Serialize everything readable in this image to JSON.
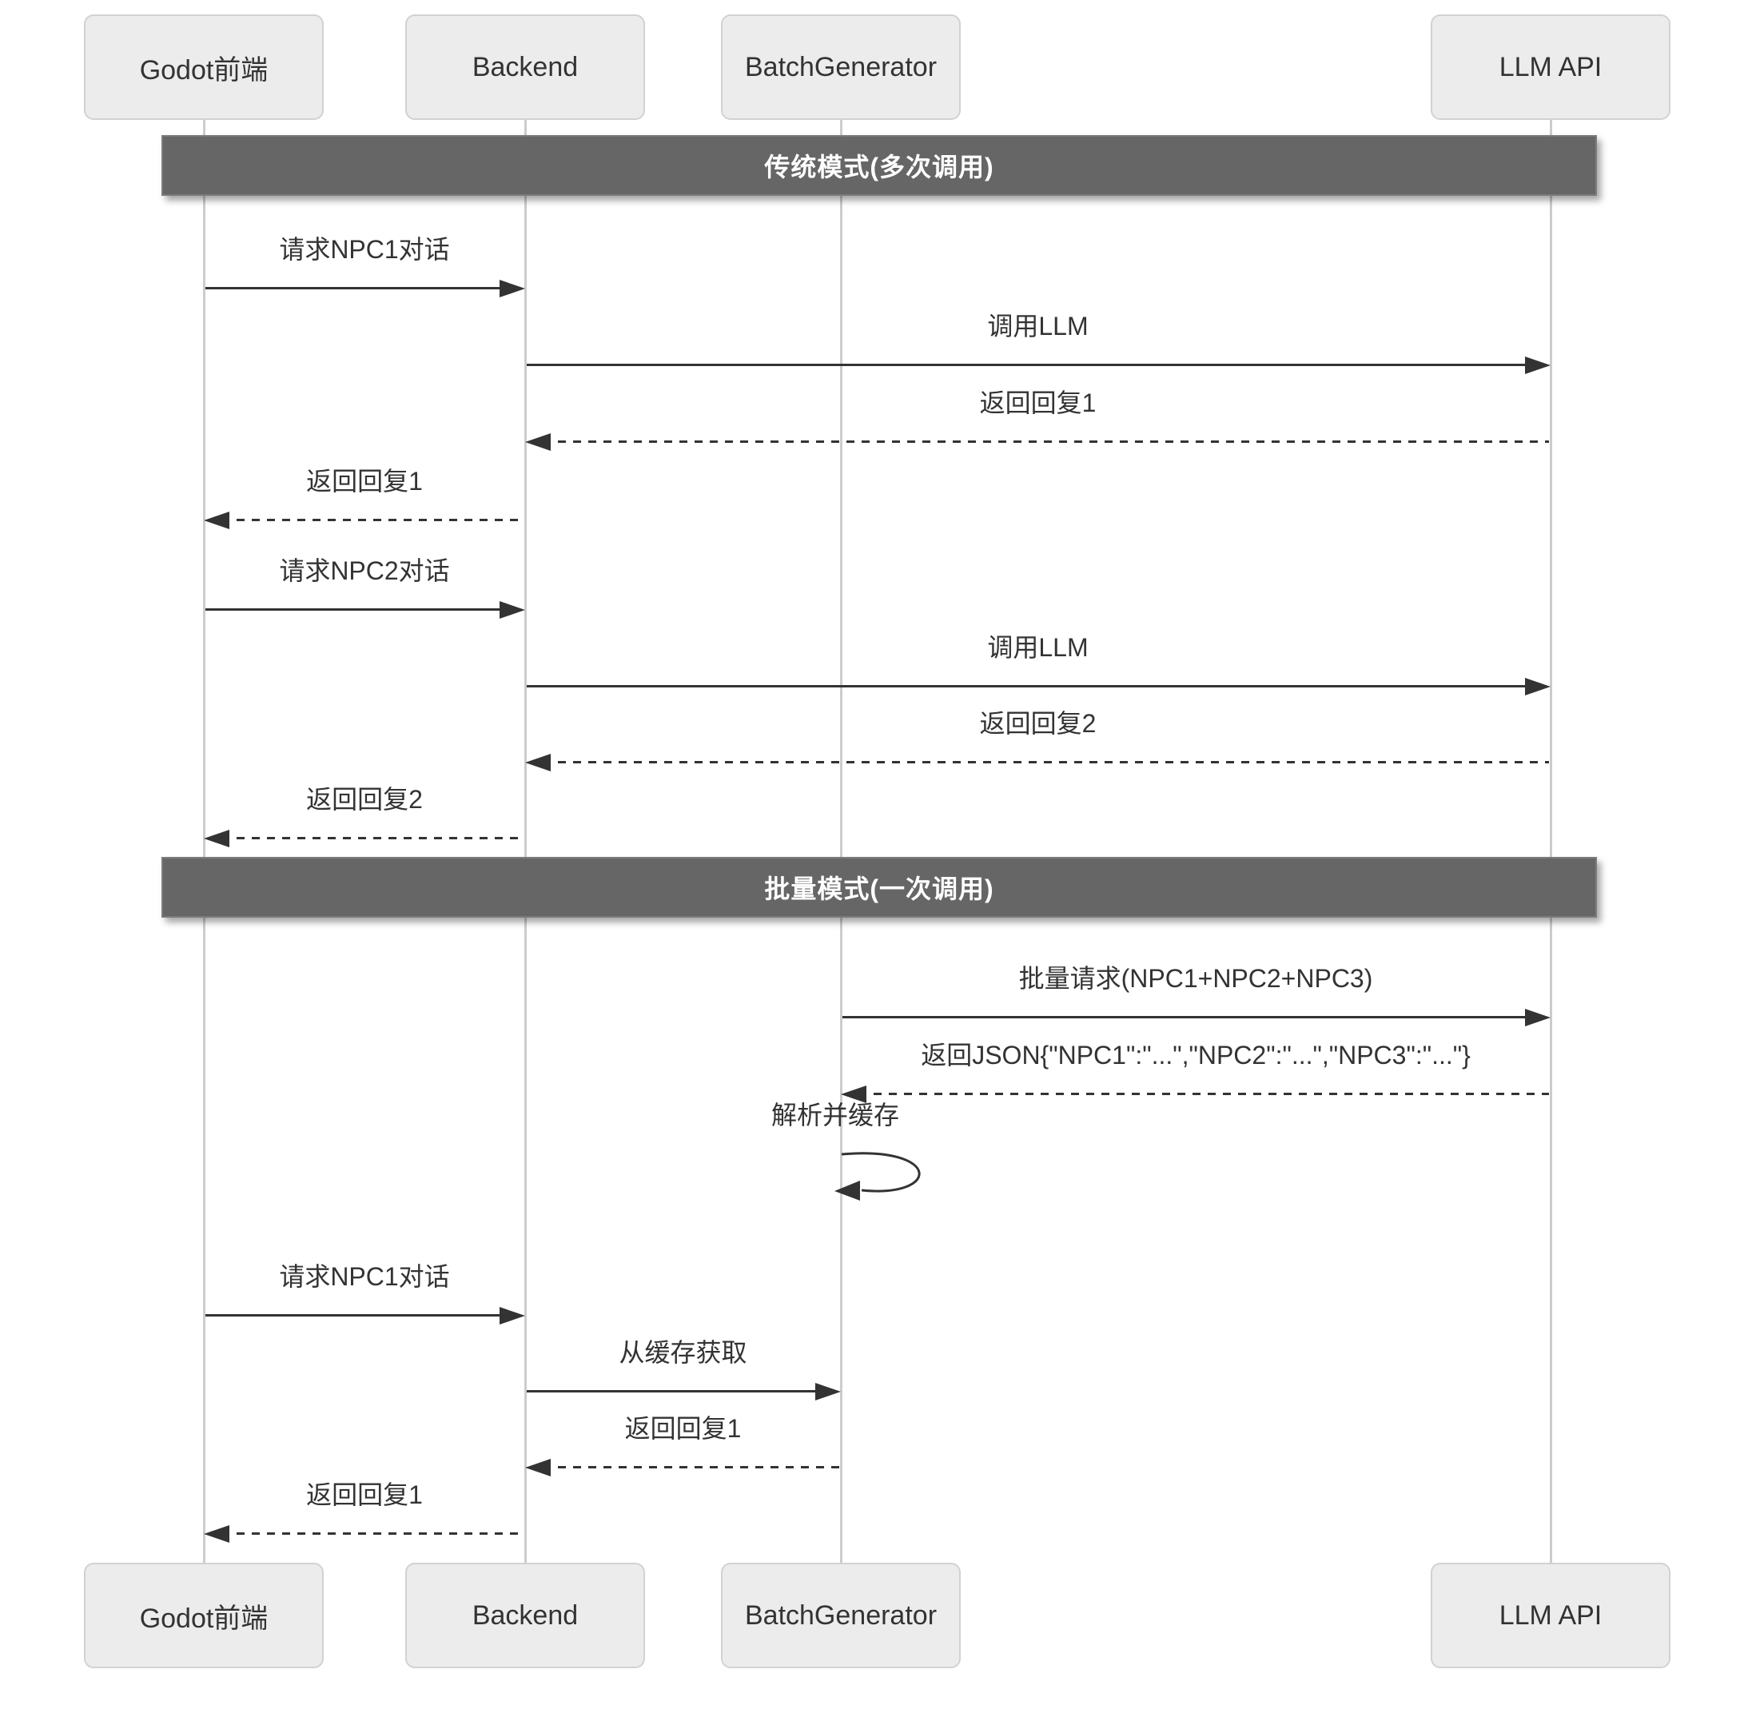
{
  "diagram": {
    "type": "sequence-diagram",
    "actors": [
      {
        "label": "Godot前端"
      },
      {
        "label": "Backend"
      },
      {
        "label": "BatchGenerator"
      },
      {
        "label": "LLM API"
      }
    ],
    "dividers": [
      {
        "label": "传统模式(多次调用)"
      },
      {
        "label": "批量模式(一次调用)"
      }
    ],
    "messages": [
      {
        "text": "请求NPC1对话",
        "from": "Godot前端",
        "to": "Backend",
        "line": "solid"
      },
      {
        "text": "调用LLM",
        "from": "Backend",
        "to": "LLM API",
        "line": "solid"
      },
      {
        "text": "返回回复1",
        "from": "LLM API",
        "to": "Backend",
        "line": "dashed"
      },
      {
        "text": "返回回复1",
        "from": "Backend",
        "to": "Godot前端",
        "line": "dashed"
      },
      {
        "text": "请求NPC2对话",
        "from": "Godot前端",
        "to": "Backend",
        "line": "solid"
      },
      {
        "text": "调用LLM",
        "from": "Backend",
        "to": "LLM API",
        "line": "solid"
      },
      {
        "text": "返回回复2",
        "from": "LLM API",
        "to": "Backend",
        "line": "dashed"
      },
      {
        "text": "返回回复2",
        "from": "Backend",
        "to": "Godot前端",
        "line": "dashed"
      },
      {
        "text": "批量请求(NPC1+NPC2+NPC3)",
        "from": "BatchGenerator",
        "to": "LLM API",
        "line": "solid"
      },
      {
        "text": "返回JSON{\"NPC1\":\"...\",\"NPC2\":\"...\",\"NPC3\":\"...\"}",
        "from": "LLM API",
        "to": "BatchGenerator",
        "line": "dashed"
      },
      {
        "text": "解析并缓存",
        "from": "BatchGenerator",
        "to": "BatchGenerator",
        "line": "self"
      },
      {
        "text": "请求NPC1对话",
        "from": "Godot前端",
        "to": "Backend",
        "line": "solid"
      },
      {
        "text": "从缓存获取",
        "from": "Backend",
        "to": "BatchGenerator",
        "line": "solid"
      },
      {
        "text": "返回回复1",
        "from": "BatchGenerator",
        "to": "Backend",
        "line": "dashed"
      },
      {
        "text": "返回回复1",
        "from": "Backend",
        "to": "Godot前端",
        "line": "dashed"
      }
    ],
    "colors": {
      "actor_fill": "#ececec",
      "actor_border": "#d2d2d2",
      "lifeline": "#cccccc",
      "divider_fill": "#666666",
      "divider_text": "#ffffff",
      "message_ink": "#333333"
    }
  }
}
